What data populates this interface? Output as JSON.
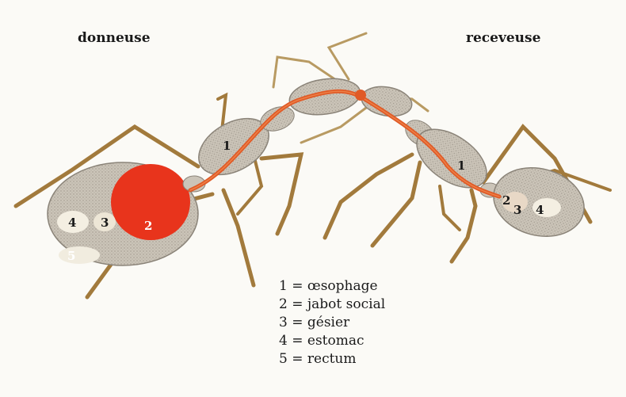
{
  "labels": {
    "donor": "donneuse",
    "receiver": "receveuse"
  },
  "legend": [
    {
      "number": "1",
      "sep": " = ",
      "text": "œsophage"
    },
    {
      "number": "2",
      "sep": " = ",
      "text": "jabot social"
    },
    {
      "number": "3",
      "sep": " = ",
      "text": "gésier"
    },
    {
      "number": "4",
      "sep": " = ",
      "text": "estomac"
    },
    {
      "number": "5",
      "sep": " = ",
      "text": "rectum"
    }
  ],
  "markers": {
    "donor": [
      "1",
      "2",
      "3",
      "4",
      "5"
    ],
    "receiver": [
      "1",
      "2",
      "3",
      "4"
    ]
  },
  "colors": {
    "body": "#c8c0b4",
    "leg": "#a27a3c",
    "crop": "#e8341c",
    "esophagus": "#e05a26",
    "organ": "#f4efe2"
  }
}
